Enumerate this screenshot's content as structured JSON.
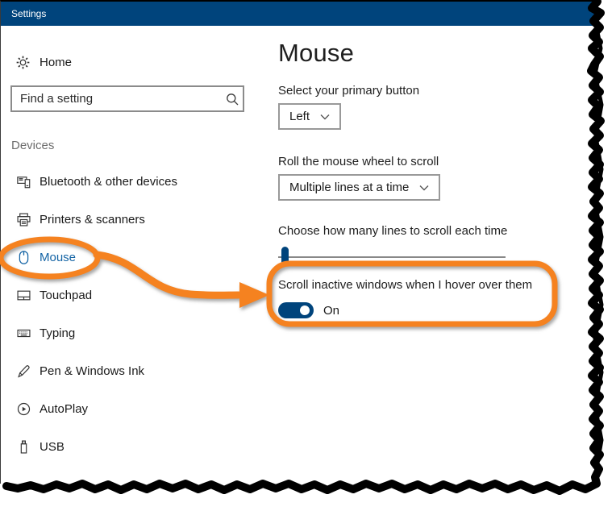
{
  "titlebar": {
    "title": "Settings"
  },
  "sidebar": {
    "home": {
      "label": "Home"
    },
    "search": {
      "placeholder": "Find a setting"
    },
    "section_label": "Devices",
    "items": [
      {
        "label": "Bluetooth & other devices",
        "icon": "bluetooth-devices-icon",
        "selected": false
      },
      {
        "label": "Printers & scanners",
        "icon": "printer-icon",
        "selected": false
      },
      {
        "label": "Mouse",
        "icon": "mouse-icon",
        "selected": true
      },
      {
        "label": "Touchpad",
        "icon": "touchpad-icon",
        "selected": false
      },
      {
        "label": "Typing",
        "icon": "keyboard-icon",
        "selected": false
      },
      {
        "label": "Pen & Windows Ink",
        "icon": "pen-icon",
        "selected": false
      },
      {
        "label": "AutoPlay",
        "icon": "autoplay-icon",
        "selected": false
      },
      {
        "label": "USB",
        "icon": "usb-icon",
        "selected": false
      }
    ]
  },
  "main": {
    "title": "Mouse",
    "primary_button_label": "Select your primary button",
    "primary_button_value": "Left",
    "wheel_label": "Roll the mouse wheel to scroll",
    "wheel_value": "Multiple lines at a time",
    "slider_label": "Choose how many lines to scroll each time",
    "slider_position_percent": 2,
    "toggle_label": "Scroll inactive windows when I hover over them",
    "toggle_state": "On",
    "toggle_enabled": true
  },
  "colors": {
    "titlebar_blue": "#00447c",
    "accent_blue": "#00447c",
    "selected_item_blue": "#1464a5",
    "annotation_orange": "#f58220",
    "control_border_gray": "#999999",
    "section_label_gray": "#6d6d6d"
  }
}
